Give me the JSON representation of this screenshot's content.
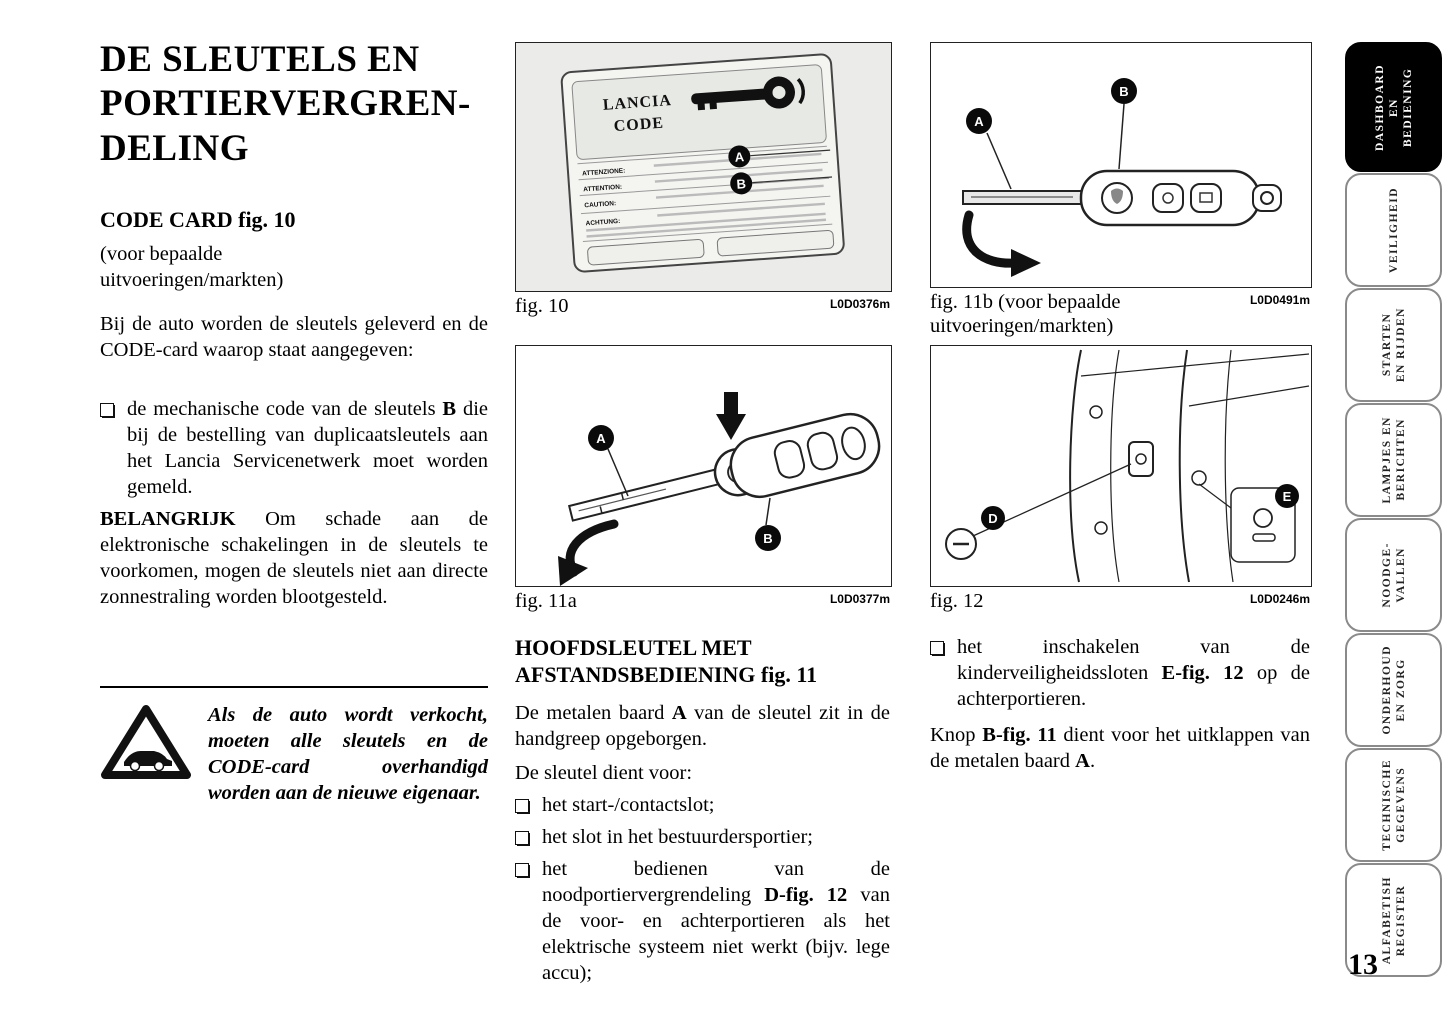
{
  "page_number": "13",
  "title": "DE SLEUTELS EN\nPORTIERVERGREN-\nDELING",
  "left_column": {
    "heading": "CODE CARD fig. 10",
    "subheading": "(voor bepaalde\nuitvoeringen/markten)",
    "intro": "Bij de auto worden de sleutels geleverd en de CODE-card waarop staat aangegeven:",
    "bullet1": [
      {
        "t": "de mechanische code van de sleutels "
      },
      {
        "t": "B",
        "b": true
      },
      {
        "t": " die bij de bestelling van duplicaatsleutels aan het Lancia Servicenetwerk moet worden gemeld."
      }
    ],
    "important": [
      {
        "t": "BELANGRIJK ",
        "b": true
      },
      {
        "t": "Om schade aan de elektronische schakelingen in de sleutels te voorkomen, mogen de sleutels niet aan directe zonnestraling worden blootgesteld."
      }
    ],
    "warning_text": "Als de auto wordt verkocht, moeten alle sleutels en de CODE-card overhandigd worden aan de nieuwe eigenaar."
  },
  "middle_column": {
    "heading": "HOOFDSLEUTEL MET\nAFSTANDSBEDIENING fig. 11",
    "p1": [
      {
        "t": "De metalen baard "
      },
      {
        "t": "A",
        "b": true
      },
      {
        "t": " van de sleutel zit in de handgreep opgeborgen."
      }
    ],
    "p2": "De sleutel dient voor:",
    "bullets": [
      [
        {
          "t": "het start-/contactslot;"
        }
      ],
      [
        {
          "t": "het slot in het bestuurdersportier;"
        }
      ],
      [
        {
          "t": "het bedienen van de noodportiervergrendeling "
        },
        {
          "t": "D-fig. 12",
          "b": true
        },
        {
          "t": " van de voor- en achterportieren als het elektrische systeem niet werkt (bijv. lege accu);"
        }
      ]
    ]
  },
  "right_column": {
    "bullet1": [
      {
        "t": "het inschakelen van de kinderveiligheidssloten "
      },
      {
        "t": "E-fig. 12",
        "b": true
      },
      {
        "t": " op de achterportieren."
      }
    ],
    "p1": [
      {
        "t": "Knop "
      },
      {
        "t": "B-fig. 11",
        "b": true
      },
      {
        "t": " dient voor het uitklappen van de metalen baard "
      },
      {
        "t": "A",
        "b": true
      },
      {
        "t": "."
      }
    ]
  },
  "figures": {
    "fig10": {
      "caption": "fig. 10",
      "code": "L0D0376m",
      "card": {
        "brand": "LANCIA",
        "brand2": "CODE",
        "labels": [
          "ATTENZIONE:",
          "ATTENTION:",
          "CAUTION:",
          "ACHTUNG:"
        ],
        "markers": [
          "A",
          "B"
        ]
      }
    },
    "fig11a": {
      "caption": "fig. 11a",
      "code": "L0D0377m",
      "markers": [
        "A",
        "B"
      ]
    },
    "fig11b": {
      "caption": "fig. 11b (voor bepaalde uitvoeringen/markten)",
      "code": "L0D0491m",
      "markers": [
        "A",
        "B"
      ]
    },
    "fig12": {
      "caption": "fig. 12",
      "code": "L0D0246m",
      "markers": [
        "D",
        "E"
      ]
    }
  },
  "sidebar": {
    "tabs": [
      {
        "lines": [
          "DASHBOARD",
          "EN",
          "BEDIENING"
        ],
        "active": true
      },
      {
        "lines": [
          "VEILIGHEID"
        ],
        "active": false
      },
      {
        "lines": [
          "STARTEN",
          "EN RIJDEN"
        ],
        "active": false
      },
      {
        "lines": [
          "LAMPJES EN",
          "BERICHTEN"
        ],
        "active": false
      },
      {
        "lines": [
          "NOODGE-",
          "VALLEN"
        ],
        "active": false
      },
      {
        "lines": [
          "ONDERHOUD",
          "EN ZORG"
        ],
        "active": false
      },
      {
        "lines": [
          "TECHNISCHE",
          "GEGEVENS"
        ],
        "active": false
      },
      {
        "lines": [
          "ALFABETISH",
          "REGISTER"
        ],
        "active": false
      }
    ]
  }
}
